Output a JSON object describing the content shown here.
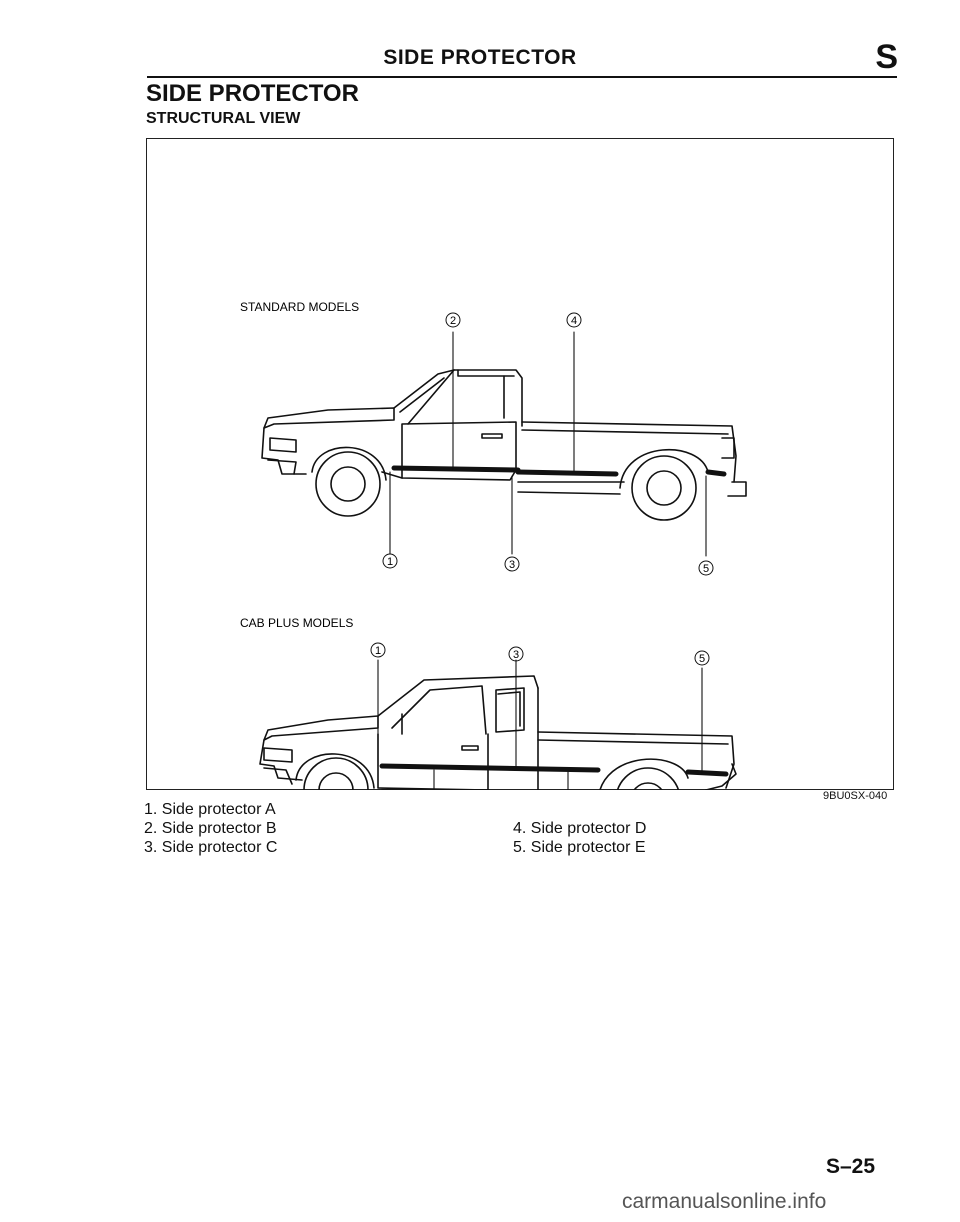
{
  "header": {
    "section": "SIDE PROTECTOR",
    "group_letter": "S"
  },
  "page_title": "SIDE PROTECTOR",
  "section_title": "STRUCTURAL VIEW",
  "diagram": {
    "standard_label": "STANDARD MODELS",
    "cabplus_label": "CAB PLUS MODELS",
    "callouts": [
      "1",
      "2",
      "3",
      "4",
      "5"
    ]
  },
  "legend": {
    "items": [
      "1. Side protector A",
      "2. Side protector B",
      "3. Side protector C",
      "4. Side protector D",
      "5. Side protector E"
    ]
  },
  "figure_code": "9BU0SX-040",
  "page_number": "S–25",
  "watermark": "carmanualsonline.info"
}
